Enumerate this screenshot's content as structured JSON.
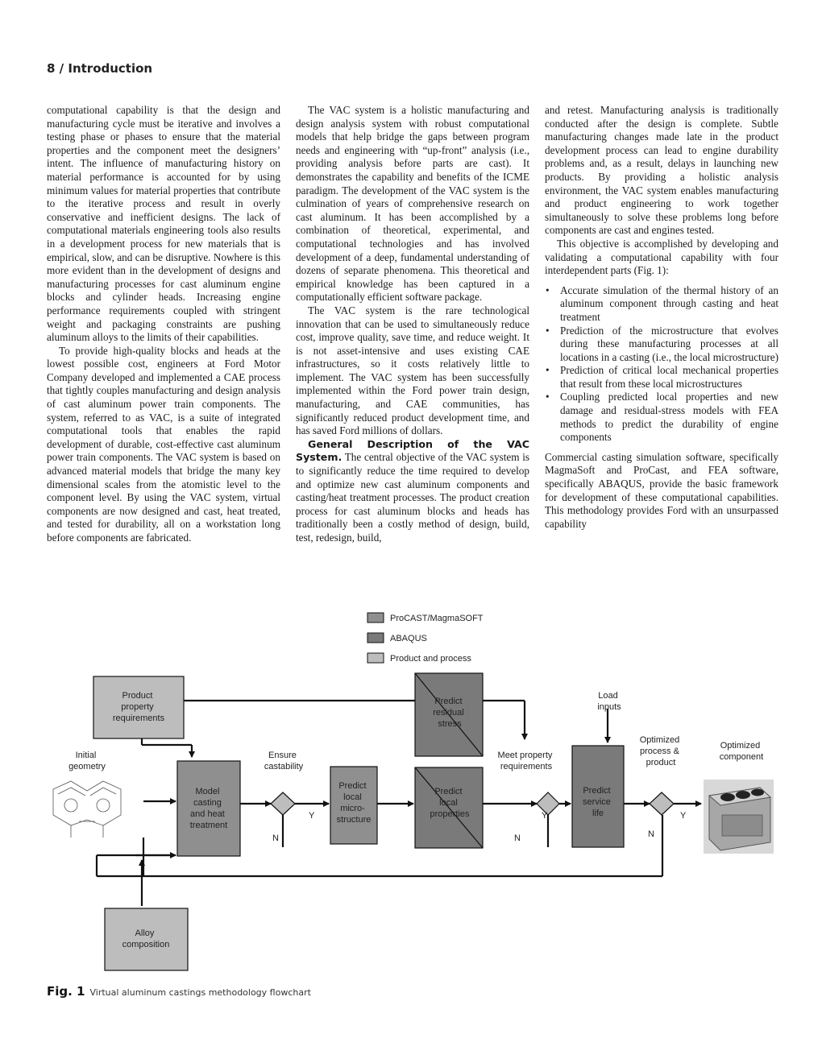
{
  "header": {
    "running_head": "8 / Introduction"
  },
  "col1": {
    "p1": "computational capability is that the design and manufacturing cycle must be iterative and involves a testing phase or phases to ensure that the material properties and the component meet the designers’ intent. The influence of manufacturing history on material performance is accounted for by using minimum values for material properties that contribute to the iterative process and result in overly conservative and inefficient designs. The lack of computational materials engineering tools also results in a development process for new materials that is empirical, slow, and can be disruptive. Nowhere is this more evident than in the development of designs and manufacturing processes for cast aluminum engine blocks and cylinder heads. Increasing engine performance requirements coupled with stringent weight and packaging constraints are pushing aluminum alloys to the limits of their capabilities.",
    "p2": "To provide high-quality blocks and heads at the lowest possible cost, engineers at Ford Motor Company developed and implemented a CAE process that tightly couples manufacturing and design analysis of cast aluminum power train components. The system, referred to as VAC, is a suite of integrated computational tools that enables the rapid development of durable, cost-effective cast aluminum power train components. The VAC system is based on advanced material models that bridge the many key dimensional scales from the atomistic level to the component level. By using the VAC system, virtual components are now designed and cast, heat treated, and tested for durability, all on a workstation long before components are fabricated."
  },
  "col2": {
    "p1": "The VAC system is a holistic manufacturing and design analysis system with robust computational models that help bridge the gaps between program needs and engineering with “up-front” analysis (i.e., providing analysis before parts are cast). It demonstrates the capability and benefits of the ICME paradigm. The development of the VAC system is the culmination of years of comprehensive research on cast aluminum. It has been accomplished by a combination of theoretical, experimental, and computational technologies and has involved development of a deep, fundamental understanding of dozens of separate phenomena. This theoretical and empirical knowledge has been captured in a computationally efficient software package.",
    "p2": "The VAC system is the rare technological innovation that can be used to simultaneously reduce cost, improve quality, save time, and reduce weight. It is not asset-intensive and uses existing CAE infrastructures, so it costs relatively little to implement. The VAC system has been successfully implemented within the Ford power train design, manufacturing, and CAE communities, has significantly reduced product development time, and has saved Ford millions of dollars.",
    "p3_runin": "General Description of the VAC System.",
    "p3": " The central objective of the VAC system is to significantly reduce the time required to develop and optimize new cast aluminum components and casting/heat treatment processes. The product creation process for cast aluminum blocks and heads has traditionally been a costly method of design, build, test, redesign, build,"
  },
  "col3": {
    "p1": "and retest. Manufacturing analysis is traditionally conducted after the design is complete. Subtle manufacturing changes made late in the product development process can lead to engine durability problems and, as a result, delays in launching new products. By providing a holistic analysis environment, the VAC system enables manufacturing and product engineering to work together simultaneously to solve these problems long before components are cast and engines tested.",
    "p2": "This objective is accomplished by developing and validating a computational capability with four interdependent parts (Fig. 1):",
    "bullets": [
      "Accurate simulation of the thermal history of an aluminum component through casting and heat treatment",
      "Prediction of the microstructure that evolves during these manufacturing processes at all locations in a casting (i.e., the local microstructure)",
      "Prediction of critical local mechanical properties that result from these local microstructures",
      "Coupling predicted local properties and new damage and residual-stress models with FEA methods to predict the durability of engine components"
    ],
    "p3": "Commercial casting simulation software, specifically MagmaSoft and ProCast, and FEA software, specifically ABAQUS, provide the basic framework for development of these computational capabilities. This methodology provides Ford with an unsurpassed capability"
  },
  "figure": {
    "legend": [
      "ProCAST/MagmaSOFT",
      "ABAQUS",
      "Product and process"
    ],
    "colors": {
      "procast": "#8f8f8f",
      "abaqus": "#7a7a7a",
      "product": "#bdbdbd"
    },
    "product_req": [
      "Product",
      "property",
      "requirements"
    ],
    "initial_geometry": [
      "Initial",
      "geometry"
    ],
    "model_casting": [
      "Model",
      "casting",
      "and heat",
      "treatment"
    ],
    "ensure_castability": [
      "Ensure",
      "castability"
    ],
    "predict_micro": [
      "Predict",
      "local",
      "micro-",
      "structure"
    ],
    "predict_residual": [
      "Predict",
      "residual",
      "stress"
    ],
    "predict_props": [
      "Predict",
      "local",
      "properties"
    ],
    "meet_property": [
      "Meet property",
      "requirements"
    ],
    "load_inputs": [
      "Load",
      "inputs"
    ],
    "predict_service": [
      "Predict",
      "service",
      "life"
    ],
    "optimized_process": [
      "Optimized",
      "process &",
      "product"
    ],
    "optimized_component": [
      "Optimized",
      "component"
    ],
    "alloy": [
      "Alloy",
      "composition"
    ],
    "yes": "Y",
    "no": "N"
  },
  "caption": {
    "label": "Fig. 1",
    "text": "Virtual aluminum castings methodology flowchart"
  }
}
